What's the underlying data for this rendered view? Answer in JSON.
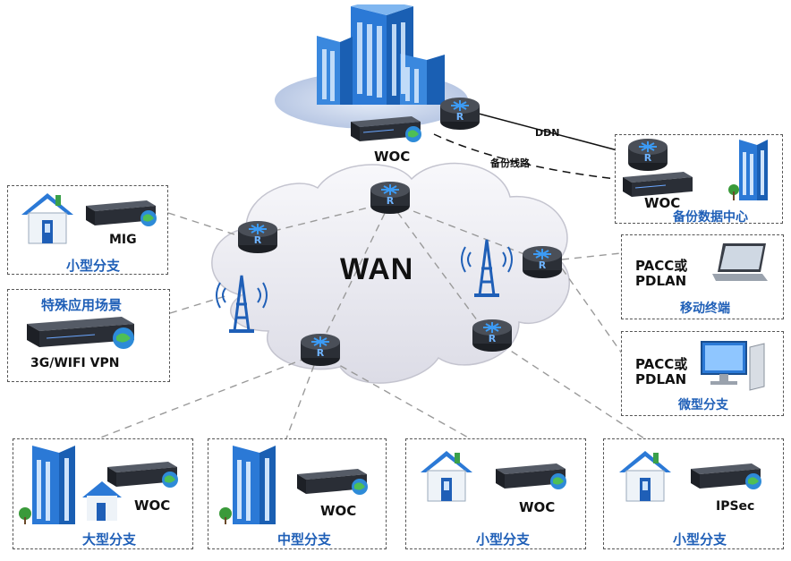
{
  "center": {
    "wan_label": "WAN",
    "hq_woc_label": "WOC",
    "ddn_label": "DDN",
    "backup_line_label": "备份线路"
  },
  "backup_dc": {
    "woc_label": "WOC",
    "title": "备份数据中心"
  },
  "left_panels": {
    "small_branch": {
      "device_label": "MIG",
      "title": "小型分支"
    },
    "special_scene": {
      "title": "特殊应用场景",
      "device_label": "3G/WIFI VPN"
    }
  },
  "right_panels": {
    "mobile": {
      "line1": "PACC或",
      "line2": "PDLAN",
      "title": "移动终端"
    },
    "micro": {
      "line1": "PACC或",
      "line2": "PDLAN",
      "title": "微型分支"
    }
  },
  "bottom_panels": [
    {
      "device_label": "WOC",
      "title": "大型分支"
    },
    {
      "device_label": "WOC",
      "title": "中型分支"
    },
    {
      "device_label": "WOC",
      "title": "小型分支"
    },
    {
      "device_label": "IPSec",
      "title": "小型分支"
    }
  ],
  "colors": {
    "label_blue": "#1f5fb7",
    "building_blue": "#2f7fd8",
    "router_body": "#2b2f36",
    "cloud_fill": "#ededf3"
  }
}
